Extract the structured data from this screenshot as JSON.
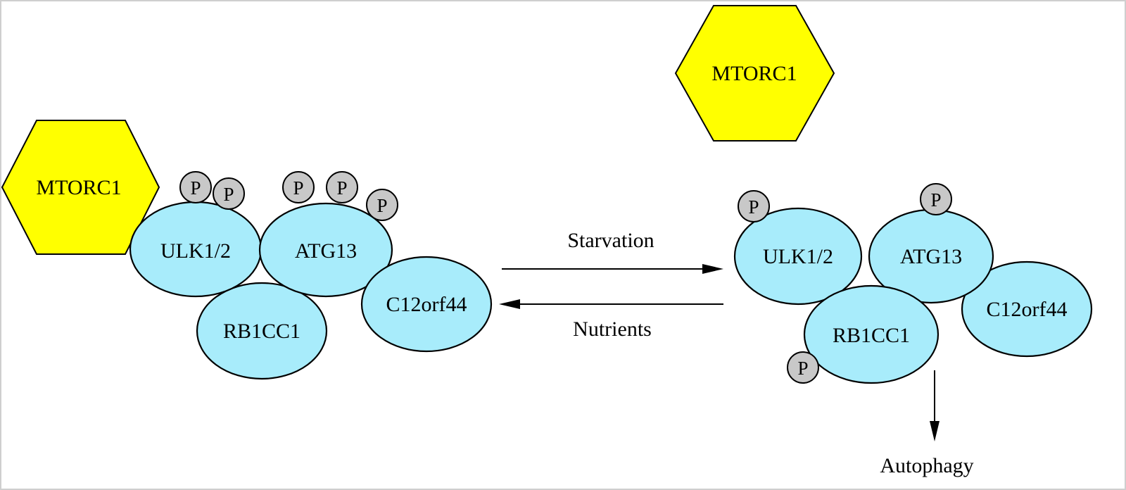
{
  "left_complex": {
    "mtorc1": "MTORC1",
    "ulk": "ULK1/2",
    "atg13": "ATG13",
    "rb1cc1": "RB1CC1",
    "c12orf44": "C12orf44",
    "phospho": [
      "P",
      "P",
      "P",
      "P",
      "P"
    ]
  },
  "right_complex": {
    "mtorc1": "MTORC1",
    "ulk": "ULK1/2",
    "atg13": "ATG13",
    "rb1cc1": "RB1CC1",
    "c12orf44": "C12orf44",
    "phospho": [
      "P",
      "P",
      "P"
    ]
  },
  "transitions": {
    "forward": "Starvation",
    "reverse": "Nutrients"
  },
  "outcome": "Autophagy"
}
